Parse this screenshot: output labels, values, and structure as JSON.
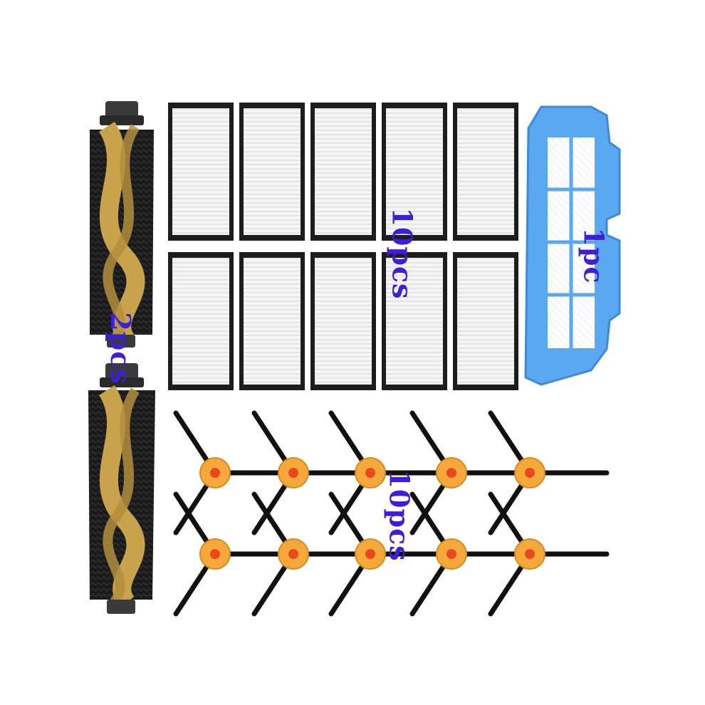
{
  "labels": {
    "rollers": "2pcs",
    "filters": "10pcs",
    "mesh": "1pc",
    "brushes": "10pcs"
  },
  "colors": {
    "label": "#3d1fd6",
    "filter_frame": "#1d1d1d",
    "filter_media": "#f2f2f2",
    "mesh_frame": "#5aa8f0",
    "brush_hub": "#f5a93a",
    "roller_bristle": "#1a1a1a",
    "roller_core": "#c9a34c"
  },
  "items": {
    "main_roller_brush": 2,
    "hepa_filter": 10,
    "primary_mesh_filter": 1,
    "side_brush": 10
  }
}
